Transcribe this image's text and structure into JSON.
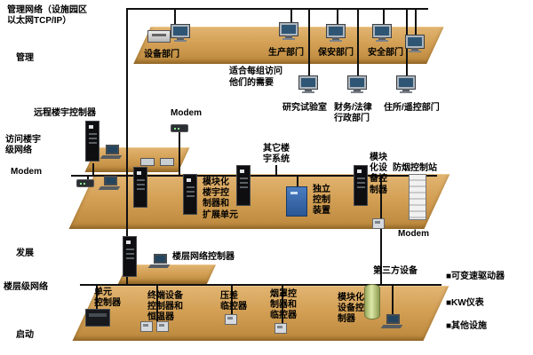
{
  "title": "管理网络（设施园区\n以太网TCP/IP）",
  "levels": {
    "management": "管理",
    "access": "访问楼宇\n级网络",
    "development": "发展",
    "floor": "楼层级网络",
    "startup": "启动"
  },
  "top": {
    "equipment": "设备部门",
    "production": "生产部门",
    "security": "保安部门",
    "safety": "安全部门",
    "note": "适合每组访问\n他们的需要",
    "lab": "研究试验室",
    "finance": "财务/法律\n行政部门",
    "residence": "住所/遥控部门"
  },
  "mid": {
    "remote_controller": "远程楼宇控制器",
    "modem_top": "Modem",
    "modem_left": "Modem",
    "modular_building": "模块化\n楼宇控\n制器和\n扩展单元",
    "other_systems": "其它楼\n宇系统",
    "independent": "独立\n控制\n装置",
    "modular_equipment": "模块\n化设\n备控\n制器",
    "smoke_station": "防烟控制站",
    "modem_right": "Modem"
  },
  "dev": {
    "floor_controller": "楼层网络控制器",
    "third_party": "第三方设备"
  },
  "legend": [
    {
      "label": "■可变速驱动器"
    },
    {
      "label": "■KW仪表"
    },
    {
      "label": "■其他设施"
    }
  ],
  "floor": {
    "unit": "单元\n控制器",
    "terminal": "终端设备\n控制器和\n恒温器",
    "pressure": "压差\n临控器",
    "hood": "烟罩控\n制器和\n临控器",
    "modular_equipment": "模块化\n设备控\n制器"
  },
  "colors": {
    "platform_tan": "#d3a055",
    "line_black": "#101010",
    "independent_box_blue": "#2a5694",
    "cylinder_green": "#bcd080"
  }
}
